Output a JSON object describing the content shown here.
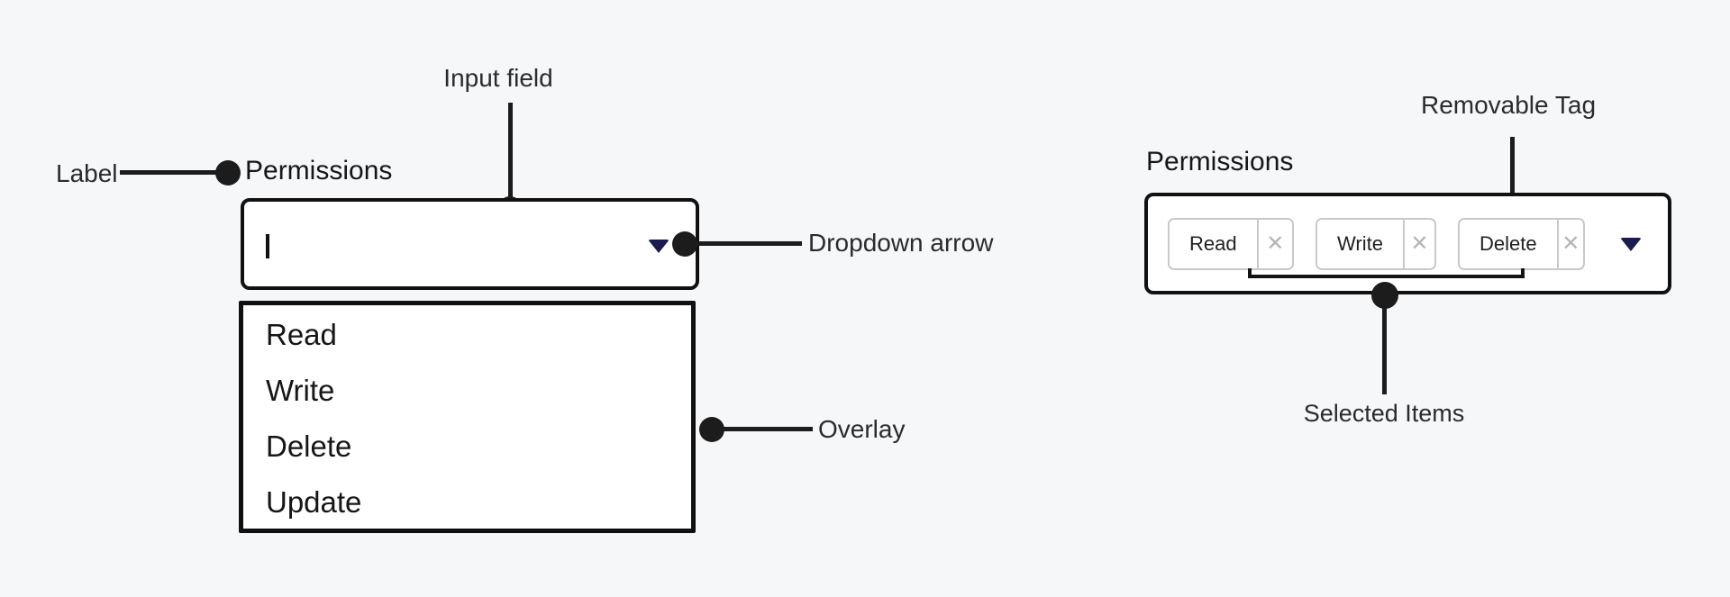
{
  "colors": {
    "background": "#f6f7f9",
    "box_border": "#111111",
    "ink": "#1c1c1c",
    "navy_accent": "#1b1b4d",
    "tag_border": "#c9c9c9",
    "remove_x_gray": "#b5b5b5"
  },
  "left_component": {
    "field_label": "Permissions",
    "annotations": {
      "label": "Label",
      "input_field": "Input field",
      "dropdown_arrow": "Dropdown arrow",
      "overlay": "Overlay"
    },
    "options": [
      "Read",
      "Write",
      "Delete",
      "Update"
    ]
  },
  "right_component": {
    "field_label": "Permissions",
    "annotations": {
      "removable_tag": "Removable Tag",
      "selected_items": "Selected Items"
    },
    "selected_tags": [
      "Read",
      "Write",
      "Delete"
    ],
    "remove_icon_glyph": "✕"
  }
}
